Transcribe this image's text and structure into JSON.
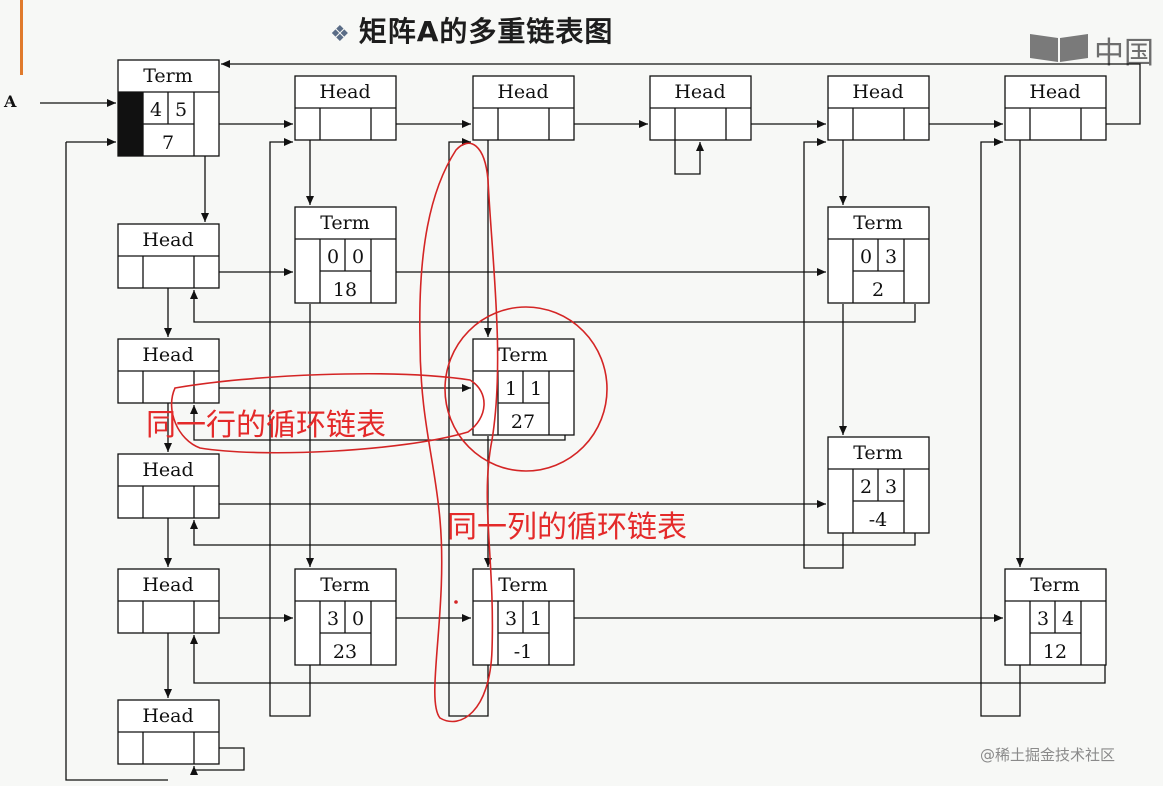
{
  "title": "矩阵A的多重链表图",
  "title_bullet": "❖",
  "logo_text": "中国",
  "pointer_label": "A",
  "annotations": {
    "row_list": "同一行的循环链表",
    "col_list": "同一列的循环链表"
  },
  "footer": "@稀土掘金技术社区",
  "nodes": {
    "term_header": {
      "kind": "Term",
      "row": "4",
      "col": "5",
      "value": "7"
    },
    "col_heads": [
      {
        "kind": "Head"
      },
      {
        "kind": "Head"
      },
      {
        "kind": "Head"
      },
      {
        "kind": "Head"
      },
      {
        "kind": "Head"
      }
    ],
    "row_heads": [
      {
        "kind": "Head"
      },
      {
        "kind": "Head"
      },
      {
        "kind": "Head"
      },
      {
        "kind": "Head"
      },
      {
        "kind": "Head"
      }
    ],
    "terms": [
      {
        "kind": "Term",
        "row": "0",
        "col": "0",
        "value": "18"
      },
      {
        "kind": "Term",
        "row": "0",
        "col": "3",
        "value": "2"
      },
      {
        "kind": "Term",
        "row": "1",
        "col": "1",
        "value": "27"
      },
      {
        "kind": "Term",
        "row": "2",
        "col": "3",
        "value": "-4"
      },
      {
        "kind": "Term",
        "row": "3",
        "col": "0",
        "value": "23"
      },
      {
        "kind": "Term",
        "row": "3",
        "col": "1",
        "value": "-1"
      },
      {
        "kind": "Term",
        "row": "3",
        "col": "4",
        "value": "12"
      }
    ]
  },
  "colors": {
    "annotation": "#e42a2a",
    "line": "#111111",
    "accent": "#e07a2c"
  }
}
